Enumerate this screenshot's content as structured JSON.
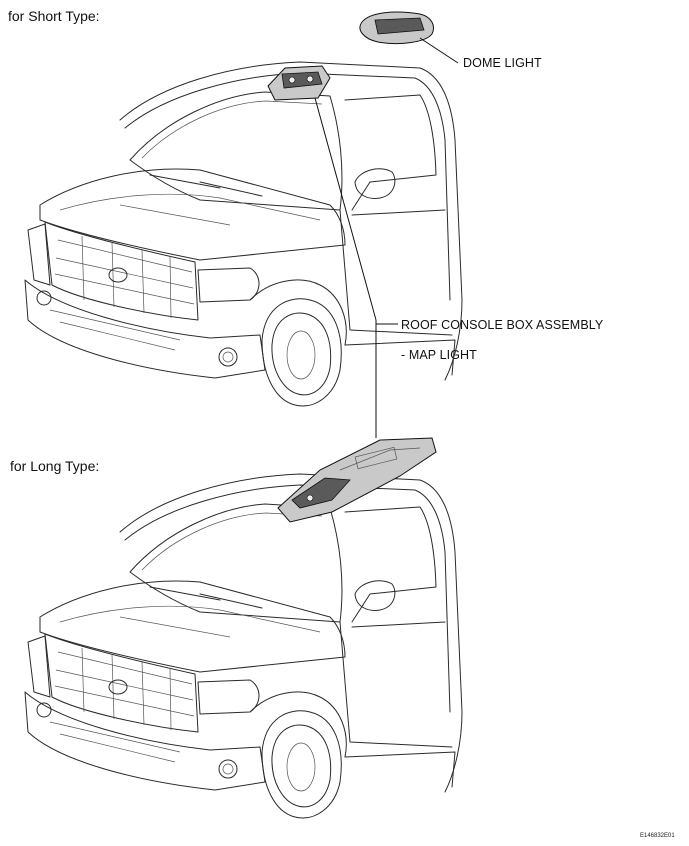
{
  "sections": {
    "short_type": "for Short Type:",
    "long_type": "for Long Type:"
  },
  "callouts": {
    "dome_light": "DOME LIGHT",
    "roof_console": "ROOF CONSOLE BOX ASSEMBLY",
    "map_light": "- MAP LIGHT"
  },
  "figure_code": "E146832E01"
}
